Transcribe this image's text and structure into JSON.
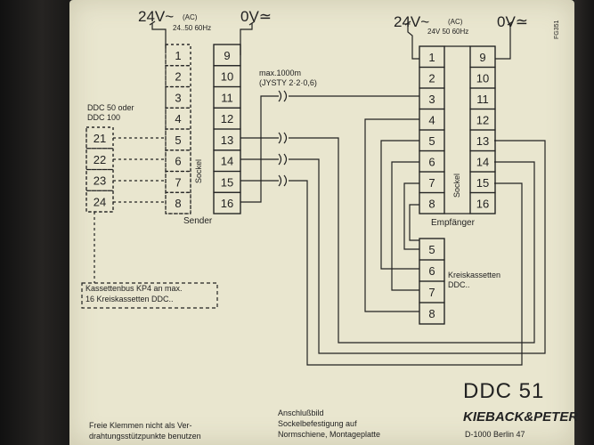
{
  "colors": {
    "plate": "#e9e6cf",
    "ink": "#222222",
    "frame": "#1b1a19"
  },
  "sender": {
    "supply_left": "24V~",
    "supply_left_ac": "(AC)",
    "supply_left_freq": "24..50 60Hz",
    "supply_right": "0V≃",
    "socket_label": "Sockel",
    "label": "Sender",
    "left_pins": [
      "1",
      "2",
      "3",
      "4",
      "5",
      "6",
      "7",
      "8"
    ],
    "right_pins": [
      "9",
      "10",
      "11",
      "12",
      "13",
      "14",
      "15",
      "16"
    ]
  },
  "ddc_block": {
    "title_line1": "DDC 50 oder",
    "title_line2": "DDC 100",
    "pins": [
      "21",
      "22",
      "23",
      "24"
    ]
  },
  "cable": {
    "line1": "max.1000m",
    "line2": "(JYSTY 2·2·0,6)"
  },
  "receiver": {
    "supply_left": "24V~",
    "supply_left_ac": "(AC)",
    "supply_left_freq": "24V 50 60Hz",
    "supply_right": "0V≃",
    "socket_label": "Sockel",
    "label": "Empfänger",
    "left_pins": [
      "1",
      "2",
      "3",
      "4",
      "5",
      "6",
      "7",
      "8"
    ],
    "right_pins": [
      "9",
      "10",
      "11",
      "12",
      "13",
      "14",
      "15",
      "16"
    ]
  },
  "cassettes": {
    "pins": [
      "5",
      "6",
      "7",
      "8"
    ],
    "label_line1": "Kreiskassetten",
    "label_line2": "DDC.."
  },
  "bus_note": {
    "line1": "Kassettenbus KP4 an max.",
    "line2": "16 Kreiskassetten DDC.."
  },
  "corner_code": "FG351",
  "model": "DDC  51",
  "brand": "KIEBACK&PETER",
  "address": "D-1000  Berlin   47",
  "footer_left_line1": "Freie Klemmen nicht als Ver-",
  "footer_left_line2": "drahtungsstützpunkte benutzen",
  "footer_mid_line1": "Anschlußbild",
  "footer_mid_line2": "Sockelbefestigung auf",
  "footer_mid_line3": "Normschiene, Montageplatte"
}
